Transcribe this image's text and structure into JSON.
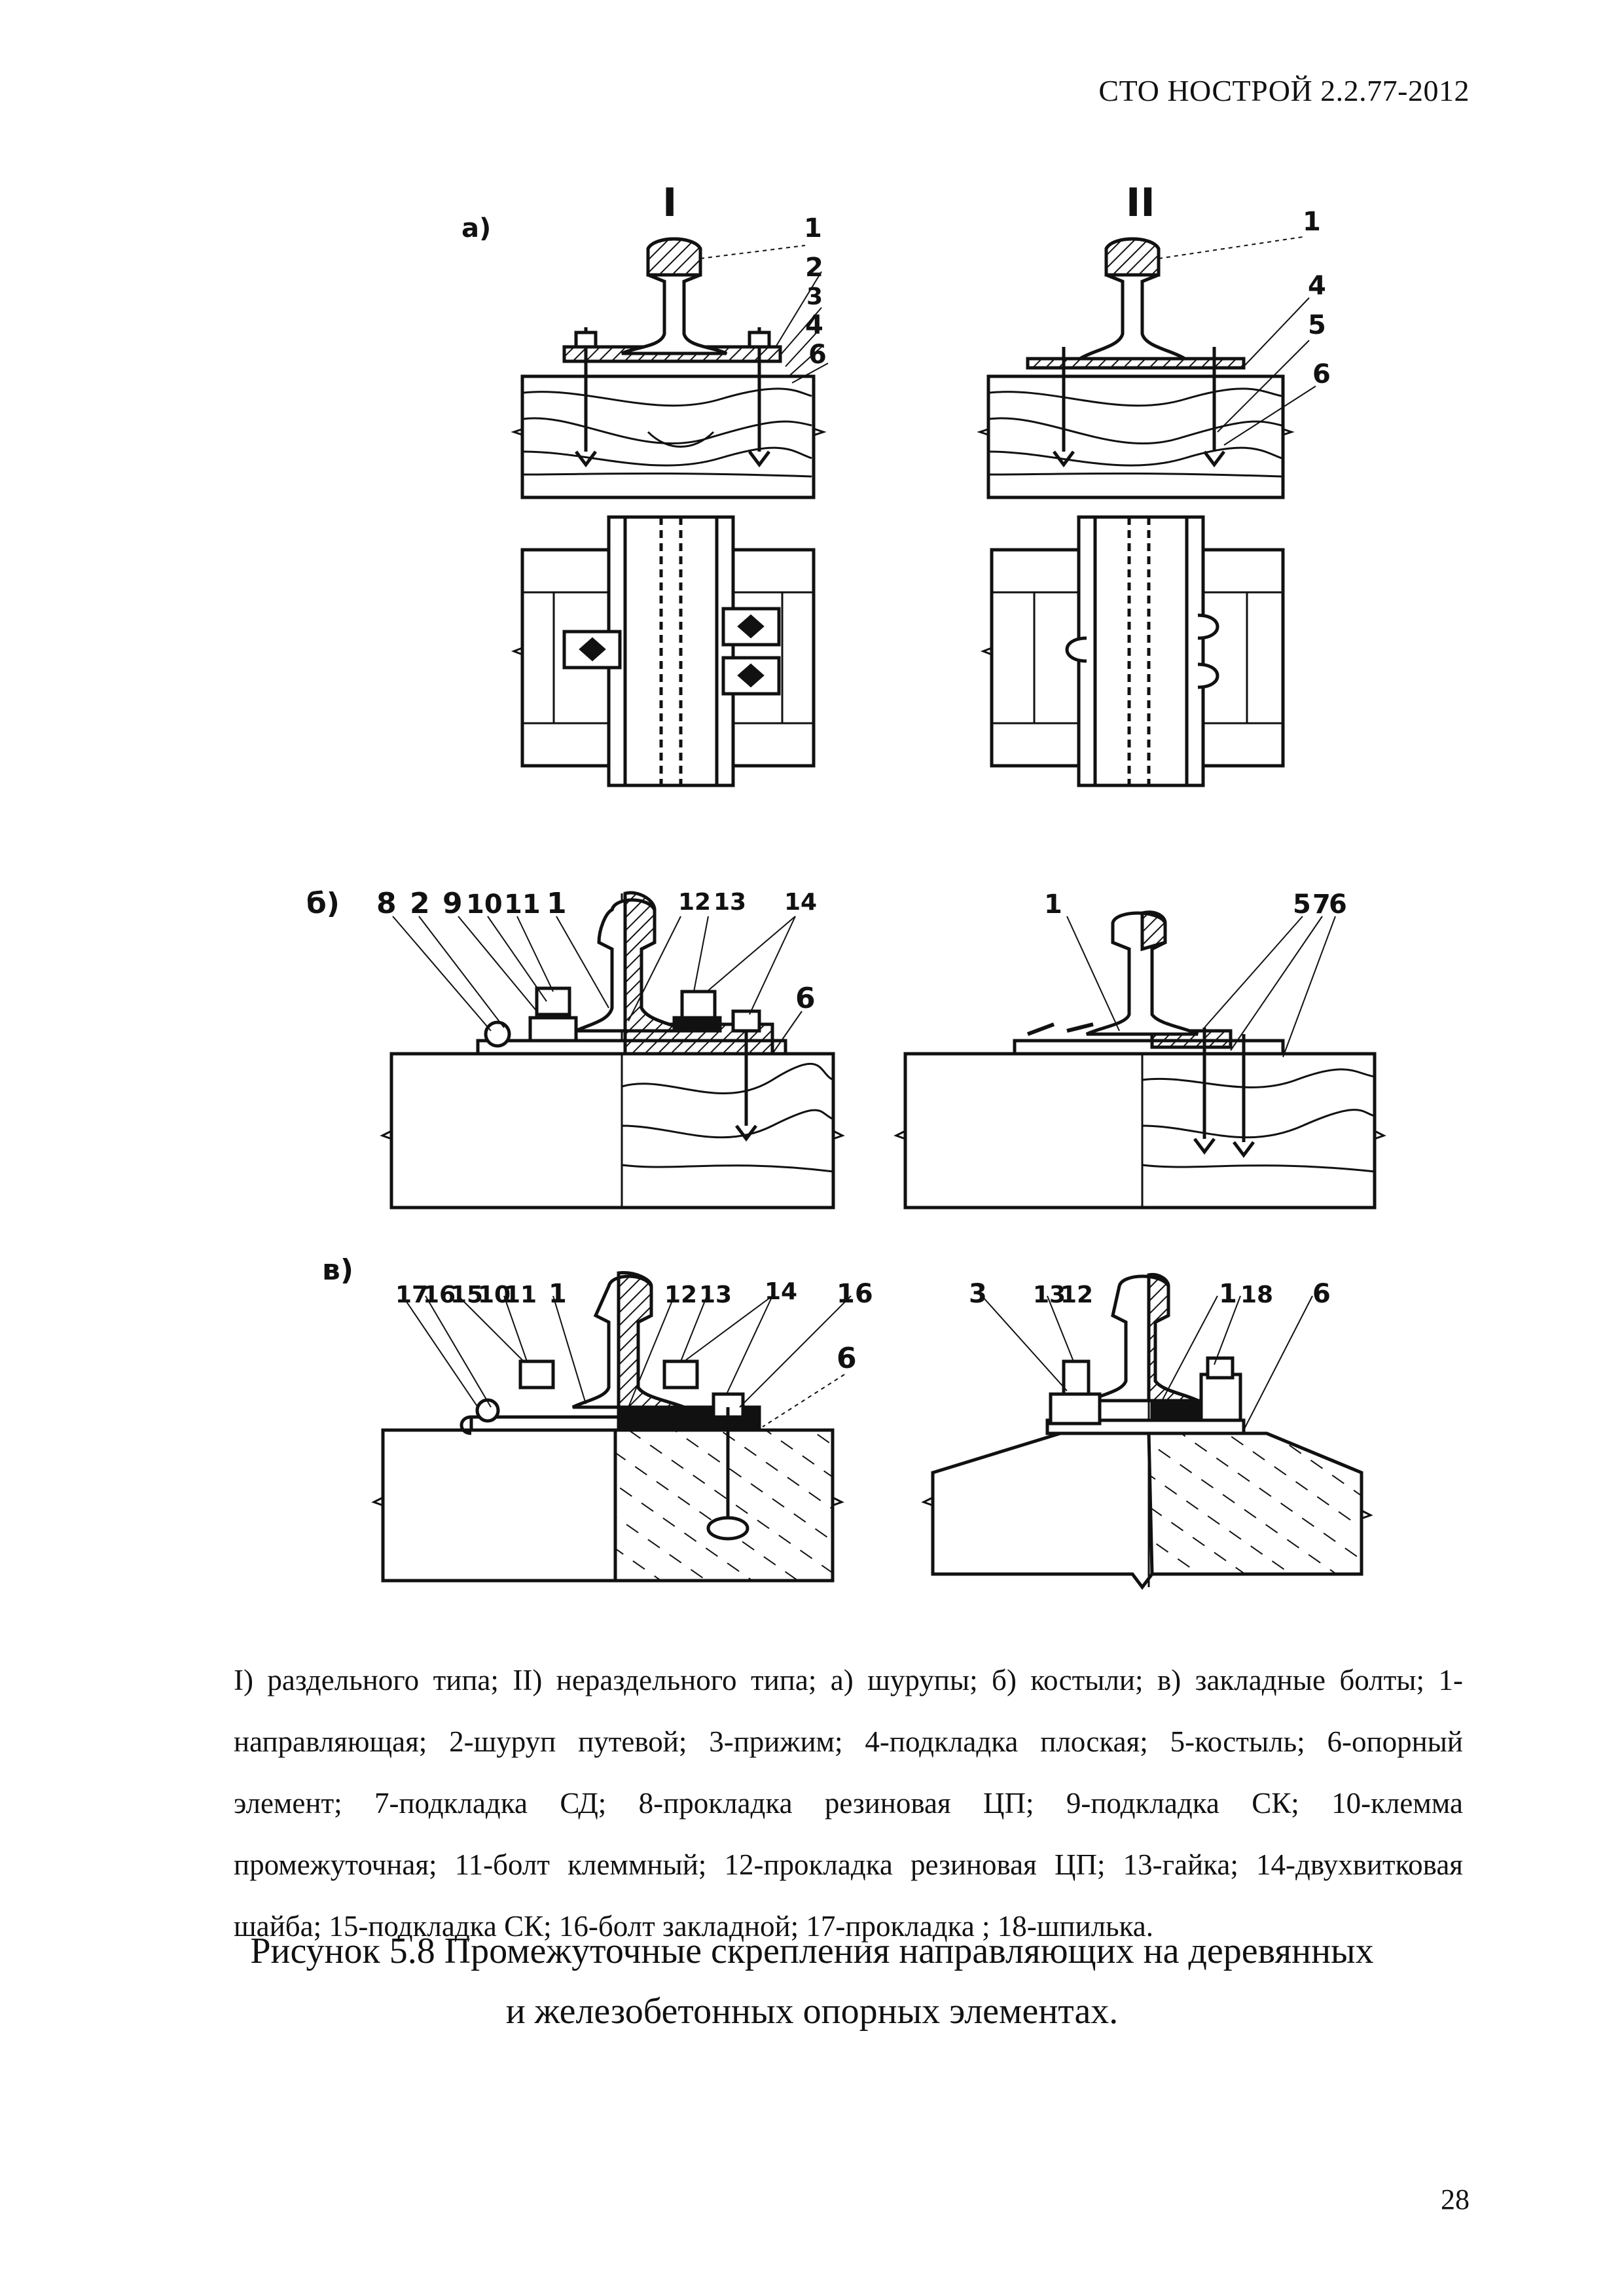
{
  "header": {
    "doc_code": "СТО НОСТРОЙ 2.2.77-2012"
  },
  "figure": {
    "panel_a": "а)",
    "panel_b": "б)",
    "panel_v": "в)",
    "col_I": "I",
    "col_II": "II",
    "a_I_callouts": [
      "1",
      "2",
      "3",
      "4",
      "6"
    ],
    "a_II_callouts": [
      "1",
      "4",
      "5",
      "6"
    ],
    "b_left_callouts": [
      "8",
      "2",
      "9",
      "10",
      "11",
      "1",
      "12",
      "13",
      "14",
      "6"
    ],
    "b_right_callouts": [
      "1",
      "5",
      "7",
      "6"
    ],
    "v_left_callouts": [
      "17",
      "16",
      "15",
      "10",
      "11",
      "1",
      "12",
      "13",
      "14",
      "16",
      "6"
    ],
    "v_right_callouts": [
      "3",
      "13",
      "12",
      "1",
      "18",
      "6"
    ]
  },
  "caption": {
    "legend": "I) раздельного типа; II) нераздельного типа; а) шурупы; б) костыли; в) закладные болты; 1-направляющая; 2-шуруп путевой; 3-прижим; 4-подкладка плоская; 5-костыль; 6-опорный элемент; 7-подкладка СД; 8-прокладка резиновая ЦП; 9-подкладка СК; 10-клемма промежуточная; 11-болт клеммный; 12-прокладка резиновая ЦП; 13-гайка; 14-двухвитковая шайба; 15-подкладка СК; 16-болт закладной; 17-прокладка ; 18-шпилька.",
    "title_line1": "Рисунок 5.8 Промежуточные скрепления направляющих на деревянных",
    "title_line2": "и железобетонных опорных элементах."
  },
  "page": {
    "number": "28"
  }
}
